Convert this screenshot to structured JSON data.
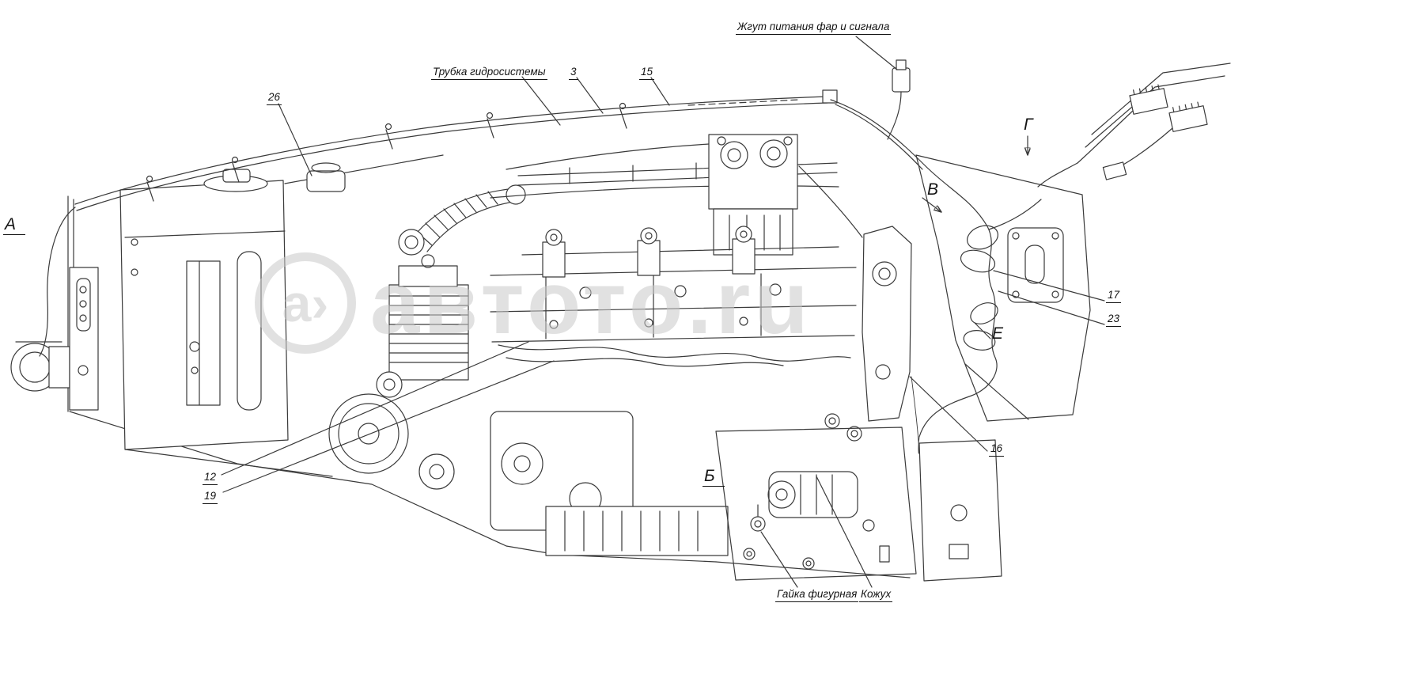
{
  "watermark": {
    "logo": "a›",
    "site": "автото.ru"
  },
  "callouts": {
    "harness": "Жгут питания фар и сигнала",
    "hydraulic_tube": "Трубка гидросистемы",
    "figured_nut": "Гайка фигурная",
    "casing": "Кожух"
  },
  "part_numbers": {
    "n26": "26",
    "n3": "3",
    "n15": "15",
    "n17": "17",
    "n23": "23",
    "n16": "16",
    "n12": "12",
    "n19": "19"
  },
  "view_letters": {
    "a": "А",
    "b": "Б",
    "v": "В",
    "g": "Г",
    "e": "Е"
  }
}
